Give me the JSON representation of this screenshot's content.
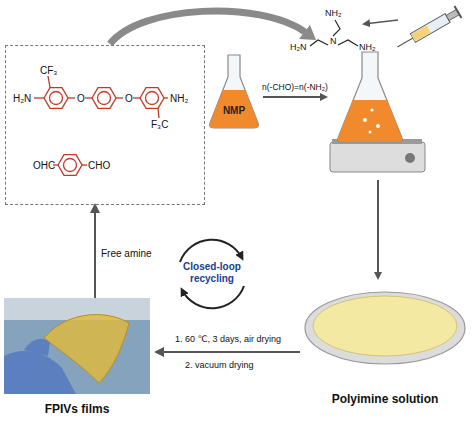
{
  "diagram": {
    "nodes": [
      {
        "text": [
          "CF₃",
          "H₂N",
          "O",
          "O",
          "NH₂",
          "F₃C",
          "OHC",
          "CHO"
        ]
      },
      {
        "text": [
          "NMP"
        ]
      },
      {
        "text": [
          "Closed-loop recycling"
        ]
      },
      {
        "text": [
          "Polyimine solution"
        ]
      },
      {
        "text": [
          "FPIVs films"
        ]
      }
    ],
    "edges": [
      {
        "from": 3,
        "to": 4,
        "arrow": "to",
        "label": "1. 60 ℃, 3 days, air drying"
      },
      {
        "from": 4,
        "to": 0,
        "arrow": "to",
        "label": "Free amine"
      }
    ],
    "labels": [
      "n(-CHO)=n(-NH₂)",
      "2. vacuum drying",
      "NH₂",
      "H₂N",
      "N",
      "NH₂"
    ]
  }
}
